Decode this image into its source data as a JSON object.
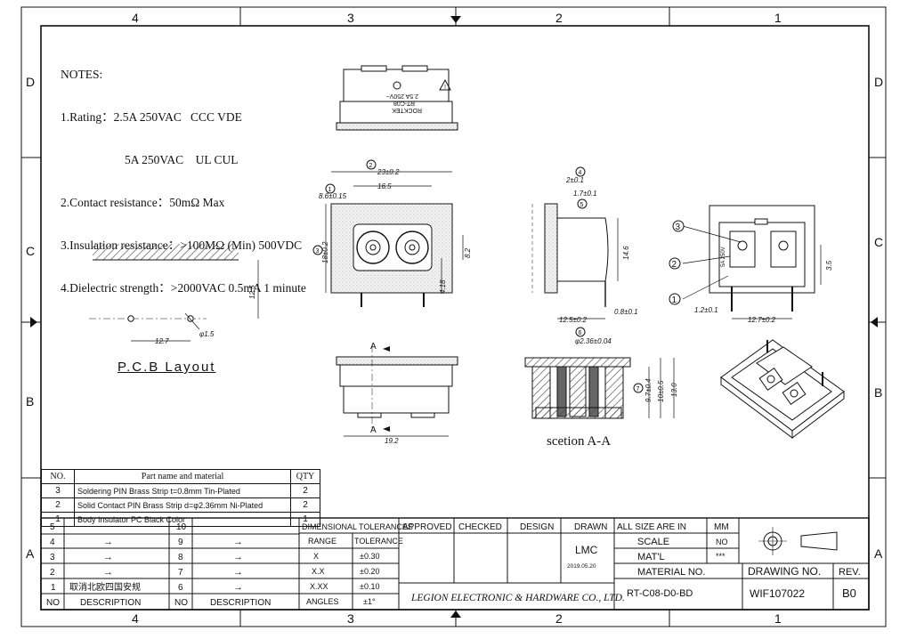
{
  "border": {
    "top_cols": [
      "4",
      "3",
      "2",
      "1"
    ],
    "bottom_cols": [
      "4",
      "3",
      "2",
      "1"
    ],
    "left_rows": [
      "D",
      "C",
      "B",
      "A"
    ],
    "right_rows": [
      "D",
      "C",
      "B",
      "A"
    ]
  },
  "notes": {
    "title": "NOTES:",
    "lines": [
      "1.Rating：2.5A 250VAC   CCC VDE",
      "5A 250VAC    UL CUL",
      "2.Contact resistance：50mΩ Max",
      "3.Insulation resistance：>100MΩ (Min) 500VDC",
      "4.Dielectric strength：>2000VAC 0.5mA 1 minute"
    ]
  },
  "top_view": {
    "label_lines": [
      "ROCKTEK",
      "RT-C08",
      "2.5A 250V~"
    ],
    "warning_symbol": "!"
  },
  "front_view": {
    "dims": [
      "23±0.2",
      "16.5",
      "8.6±0.15",
      "18±0.2",
      "8.2",
      "4.18",
      "1",
      "2",
      "3"
    ]
  },
  "side_view": {
    "dims": [
      "4",
      "2±0.1",
      "1.7±0.1",
      "5",
      "14.6",
      "12.5±0.2",
      "0.8±0.1"
    ]
  },
  "rear_view": {
    "dims": [
      "3",
      "2",
      "1",
      "3.5",
      "1.2±0.1",
      "12.7±0.2"
    ],
    "label": "5A 250V"
  },
  "pcb_layout": {
    "title": "P.C.B   Layout",
    "dims": [
      "12.5",
      "12.7",
      "φ1.5"
    ]
  },
  "bottom_view": {
    "dims": [
      "A",
      "A",
      "19.2"
    ]
  },
  "section_view": {
    "title": "scetion A-A",
    "dims": [
      "6",
      "φ2.36±0.04",
      "7",
      "9.7±0.4",
      "10±0.5",
      "13.0"
    ]
  },
  "parts_table": {
    "headers": [
      "NO.",
      "Part name and material",
      "QTY"
    ],
    "rows": [
      {
        "no": "3",
        "name": "Soldering PIN Brass Strip t=0.8mm Tin-Plated",
        "qty": "2"
      },
      {
        "no": "2",
        "name": "Solid Contact PIN Brass Strip d=φ2.36mm Ni-Plated",
        "qty": "2"
      },
      {
        "no": "1",
        "name": "Body Insulator PC Black Color",
        "qty": "1"
      }
    ]
  },
  "revisions": {
    "left_nos": [
      "5",
      "4",
      "3",
      "2",
      "1"
    ],
    "right_nos": [
      "10",
      "9",
      "8",
      "7",
      "6"
    ],
    "left_descs": [
      "",
      "→",
      "→",
      "→",
      "取消北欧四国安规"
    ],
    "right_descs": [
      "",
      "→",
      "→",
      "→",
      "→"
    ],
    "no_label": "NO",
    "desc_label": "DESCRIPTION"
  },
  "tolerances": {
    "title": "DIMENSIONAL TOLERANCES",
    "h_range": "RANGE",
    "h_tol": "TOLERANCE",
    "rows": [
      {
        "range": "X",
        "tol": "±0.30"
      },
      {
        "range": "X.X",
        "tol": "±0.20"
      },
      {
        "range": "X.XX",
        "tol": "±0.10"
      },
      {
        "range": "ANGLES",
        "tol": "±1°"
      }
    ]
  },
  "signoff": {
    "approved": "APPROVED",
    "checked": "CHECKED",
    "design": "DESIGN",
    "drawn": "DRAWN",
    "drawn_by": "LMC",
    "drawn_date": "2019.05.20"
  },
  "company": "LEGION ELECTRONIC & HARDWARE CO., LTD.",
  "title_block": {
    "size_label": "ALL SIZE ARE IN",
    "size_val": "MM",
    "scale_label": "SCALE",
    "scale_val": "NO",
    "matl_label": "MAT'L",
    "matl_val": "***",
    "material_no_label": "MATERIAL NO.",
    "material_no": "RT-C08-D0-BD",
    "drawing_no_label": "DRAWING NO.",
    "drawing_no": "WIF107022",
    "rev_label": "REV.",
    "rev": "B0"
  },
  "colors": {
    "line": "#111111",
    "stipple": "#c8c8c8",
    "hatch": "#555555"
  }
}
